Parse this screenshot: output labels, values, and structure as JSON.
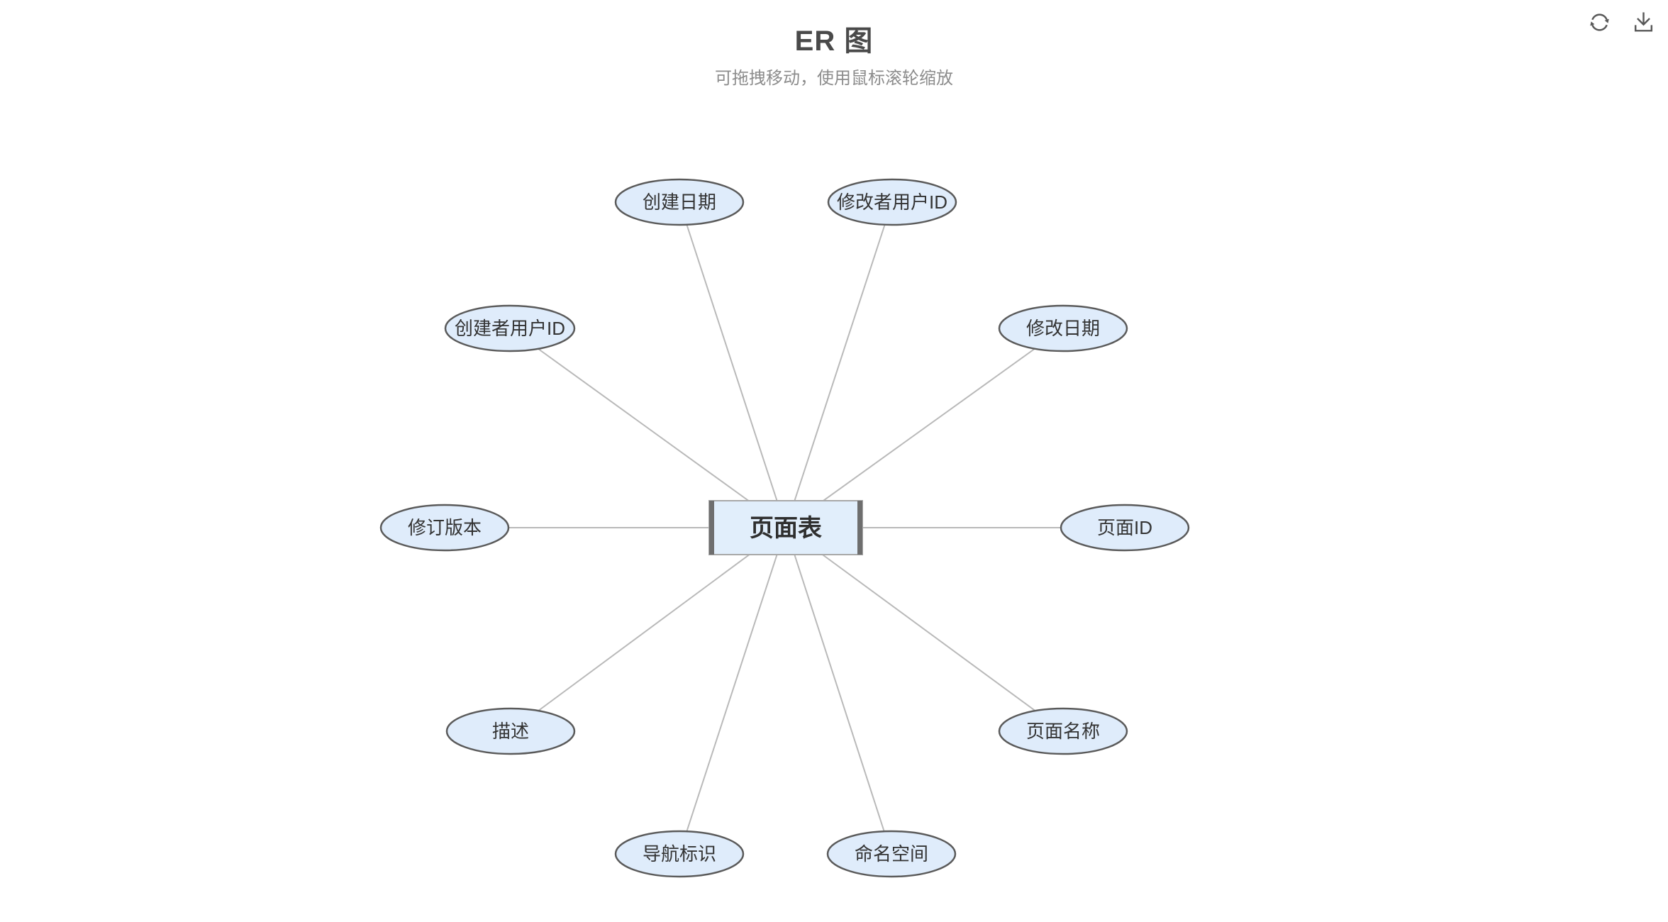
{
  "header": {
    "title": "ER 图",
    "subtitle": "可拖拽移动，使用鼠标滚轮缩放"
  },
  "toolbar": {
    "icons": [
      {
        "name": "refresh-icon",
        "action": "刷新"
      },
      {
        "name": "download-icon",
        "action": "下载"
      }
    ]
  },
  "colors": {
    "background": "#ffffff",
    "title_text": "#4a4a4a",
    "subtitle_text": "#8c8c8c",
    "icon": "#595959",
    "node_fill": "#dfecfb",
    "node_border": "#5a5a5a",
    "entity_fill": "#e1eefb",
    "entity_side_bar": "#6e6e6e",
    "entity_border": "#a8a8a8",
    "link_line": "#b9b9b9",
    "label_text": "#333333"
  },
  "diagram": {
    "type": "entity-relationship",
    "entity": {
      "label": "页面表"
    },
    "attributes": [
      {
        "label": "创建日期"
      },
      {
        "label": "修改者用户ID"
      },
      {
        "label": "创建者用户ID"
      },
      {
        "label": "修改日期"
      },
      {
        "label": "修订版本"
      },
      {
        "label": "页面ID"
      },
      {
        "label": "描述"
      },
      {
        "label": "页面名称"
      },
      {
        "label": "导航标识"
      },
      {
        "label": "命名空间"
      }
    ]
  }
}
